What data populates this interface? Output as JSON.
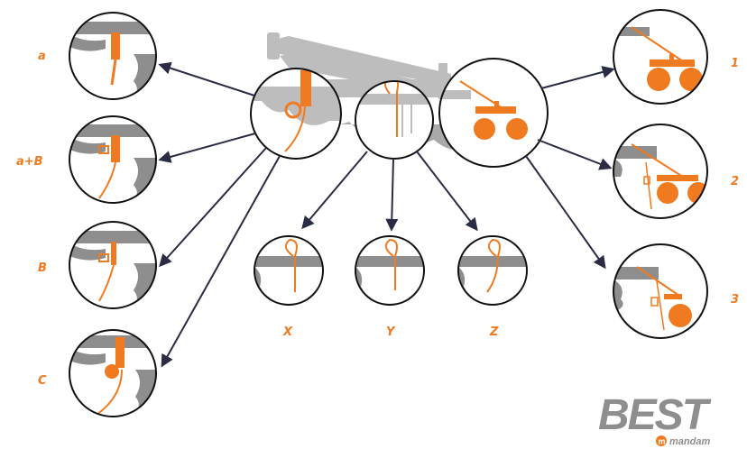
{
  "colors": {
    "accent": "#f07a1f",
    "frame": "#8e8e8e",
    "frame_light": "#bdbdbd",
    "arrow": "#2a2c45",
    "outline": "#111111"
  },
  "labels": {
    "a": "a",
    "a_b": "a+B",
    "b": "B",
    "c": "C",
    "x": "X",
    "y": "Y",
    "z": "Z",
    "one": "1",
    "two": "2",
    "three": "3"
  },
  "brand": {
    "name": "BEST",
    "sub": "mandam"
  }
}
